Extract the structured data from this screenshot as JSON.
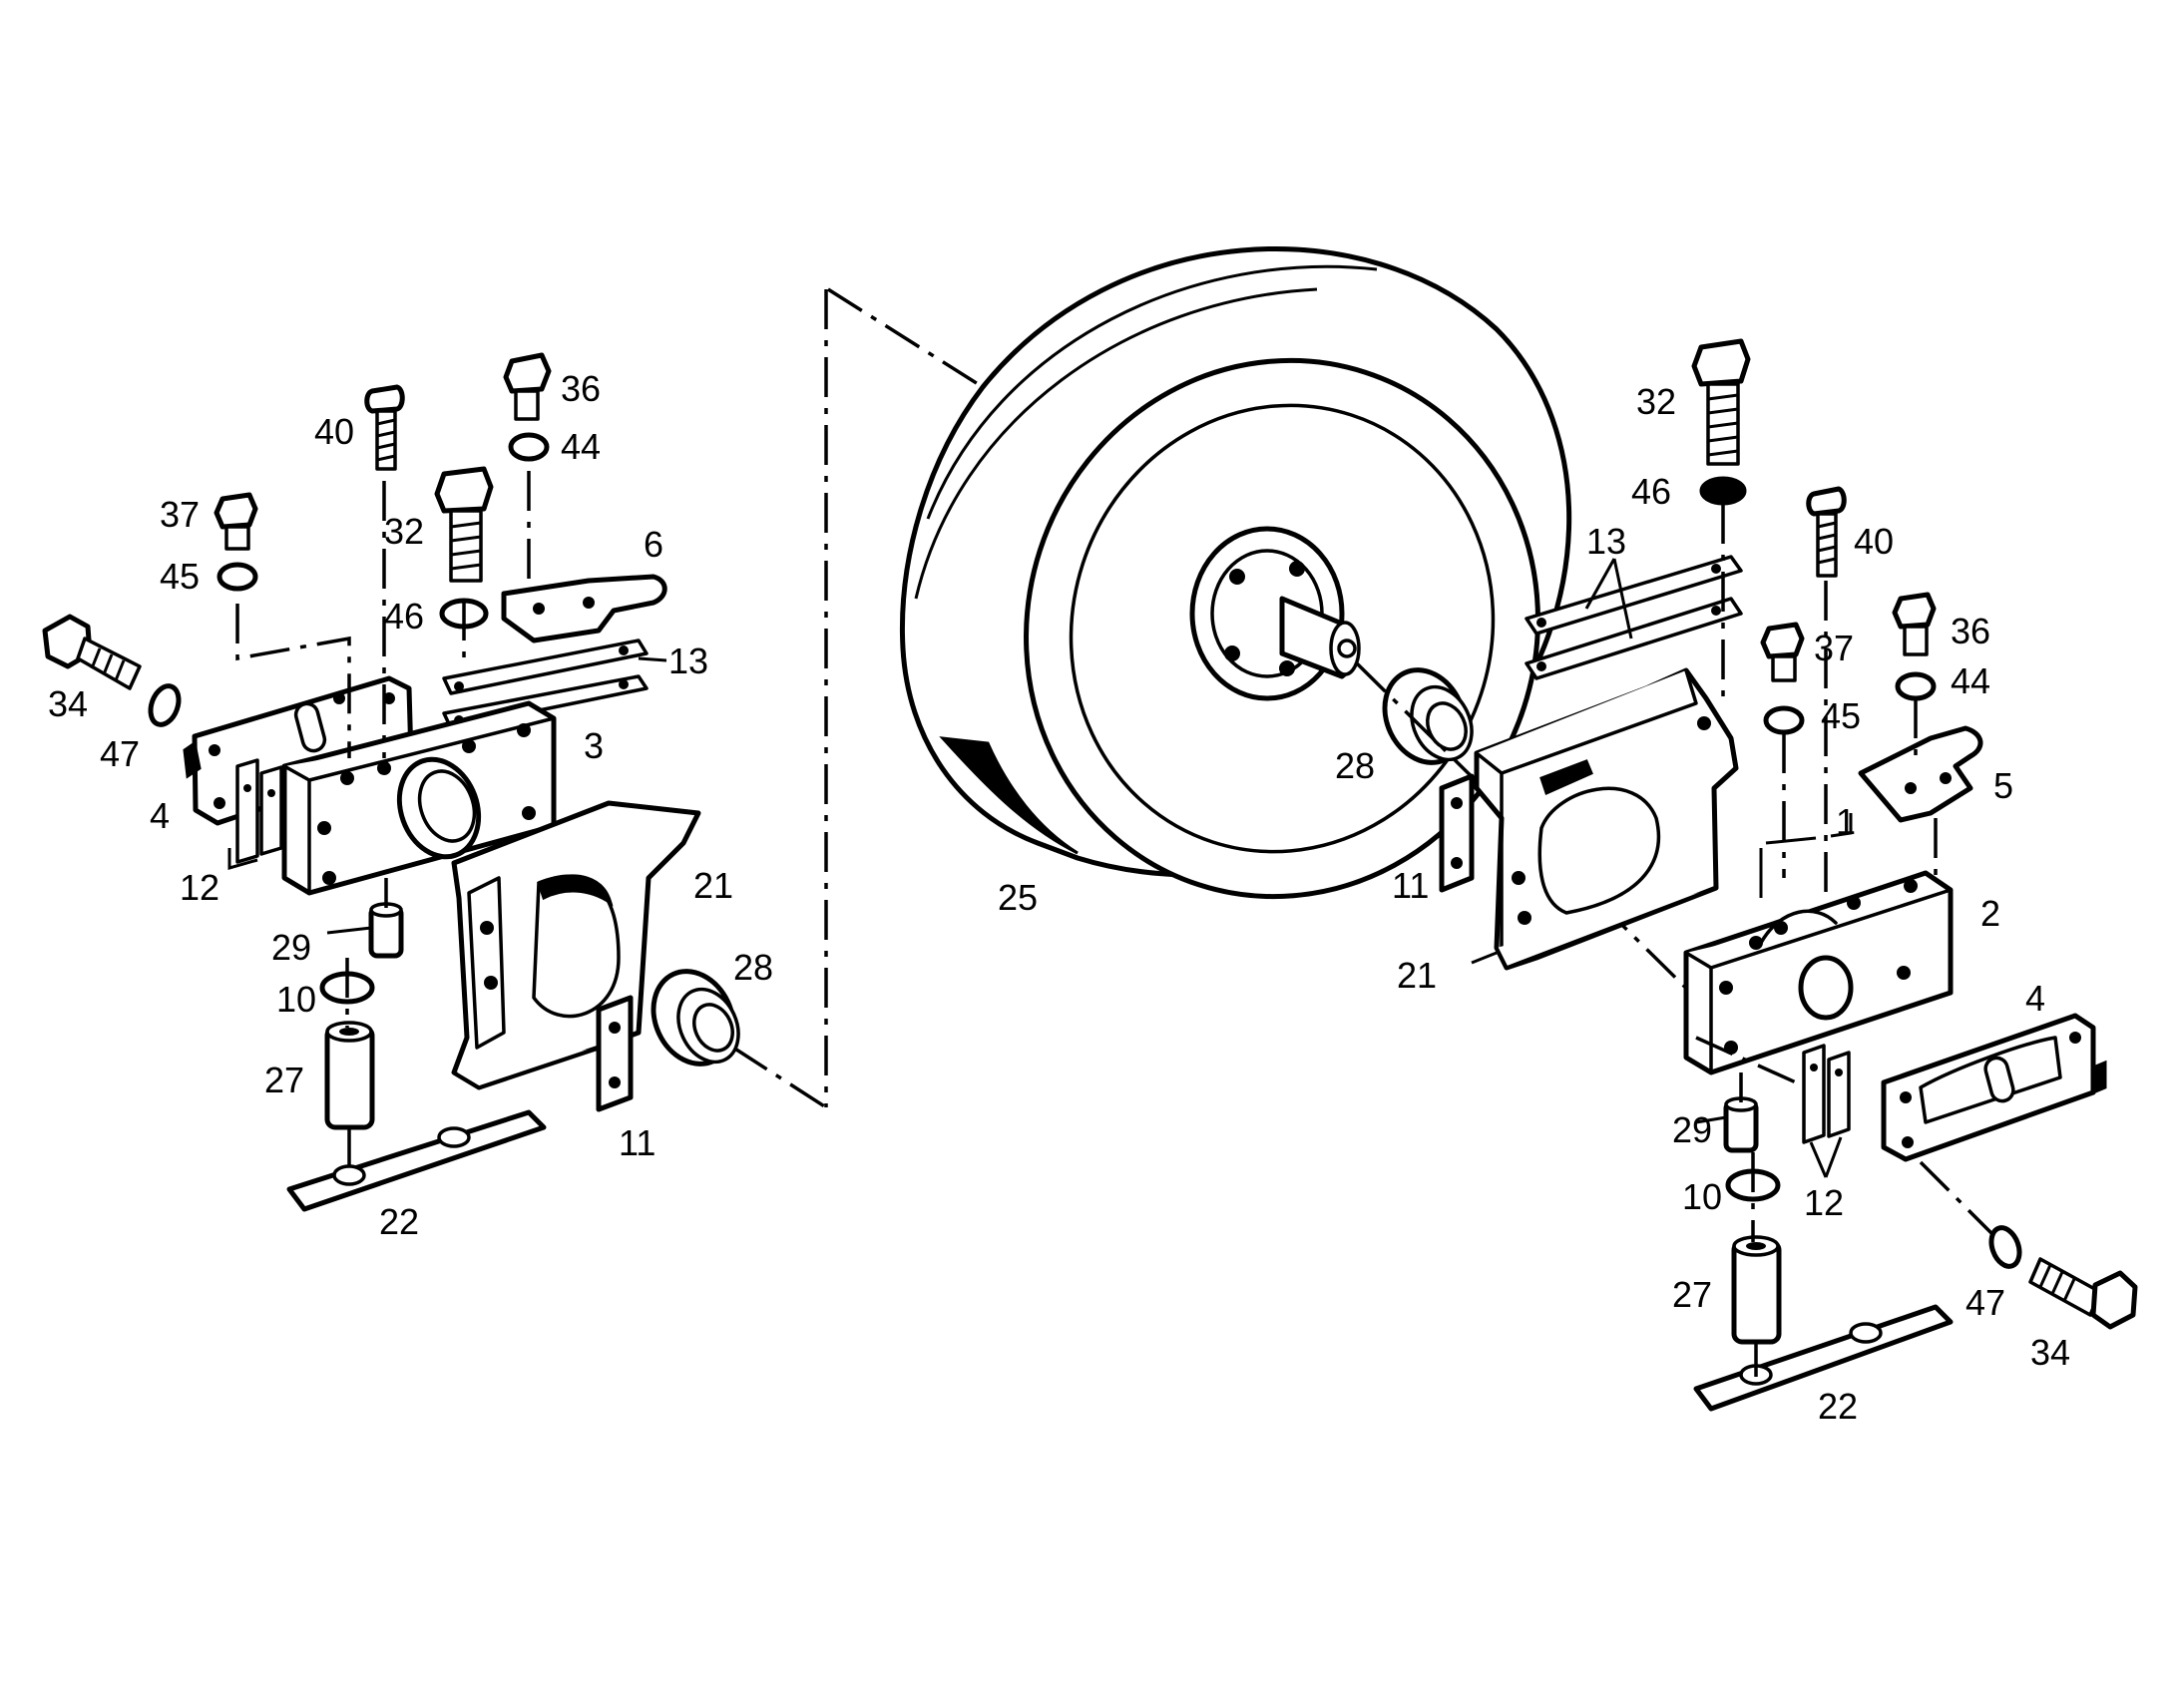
{
  "callouts": {
    "left": {
      "c36": "36",
      "c44": "44",
      "c40": "40",
      "c32": "32",
      "c37": "37",
      "c45": "45",
      "c6": "6",
      "c46": "46",
      "c13": "13",
      "c34": "34",
      "c3": "3",
      "c47": "47",
      "c4": "4",
      "c12": "12",
      "c21": "21",
      "c29": "29",
      "c28": "28",
      "c10": "10",
      "c27": "27",
      "c11": "11",
      "c22": "22"
    },
    "center": {
      "c25": "25",
      "c28": "28"
    },
    "right": {
      "c32": "32",
      "c46": "46",
      "c40": "40",
      "c13": "13",
      "c37": "37",
      "c36": "36",
      "c44": "44",
      "c45": "45",
      "c5": "5",
      "c1": "1",
      "c2": "2",
      "c11": "11",
      "c21": "21",
      "c4": "4",
      "c29": "29",
      "c12": "12",
      "c10": "10",
      "c47": "47",
      "c27": "27",
      "c34": "34",
      "c22": "22"
    }
  }
}
